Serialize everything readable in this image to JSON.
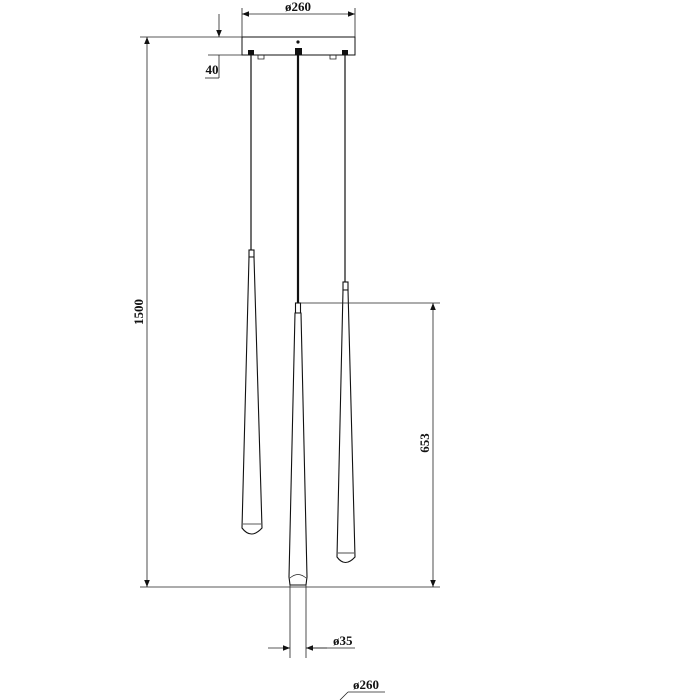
{
  "dimensions": {
    "canopy_diameter": "ø260",
    "canopy_height": "40",
    "total_height": "1500",
    "pendant_length": "653",
    "pendant_diameter": "ø35",
    "layout_diameter": "ø260"
  }
}
